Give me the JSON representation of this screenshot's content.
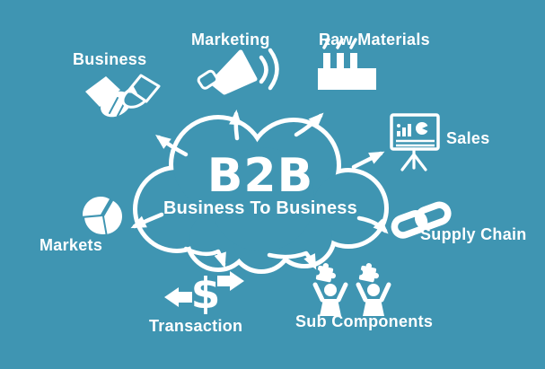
{
  "title": {
    "main": "B2B",
    "subtitle": "Business To Business"
  },
  "nodes": [
    {
      "id": "business",
      "label": "Business",
      "icon": "handshake-icon"
    },
    {
      "id": "marketing",
      "label": "Marketing",
      "icon": "megaphone-icon"
    },
    {
      "id": "raw-materials",
      "label": "Raw Materials",
      "icon": "factory-icon"
    },
    {
      "id": "sales",
      "label": "Sales",
      "icon": "presentation-board-icon"
    },
    {
      "id": "supply-chain",
      "label": "Supply Chain",
      "icon": "chain-links-icon"
    },
    {
      "id": "sub-components",
      "label": "Sub Components",
      "icon": "puzzle-people-icon"
    },
    {
      "id": "transaction",
      "label": "Transaction",
      "icon": "dollar-arrows-icon"
    },
    {
      "id": "markets",
      "label": "Markets",
      "icon": "pie-chart-icon"
    }
  ],
  "icons": {
    "transaction_symbol": "$"
  },
  "colors": {
    "background": "#3F95B2",
    "foreground": "#FFFFFF"
  }
}
